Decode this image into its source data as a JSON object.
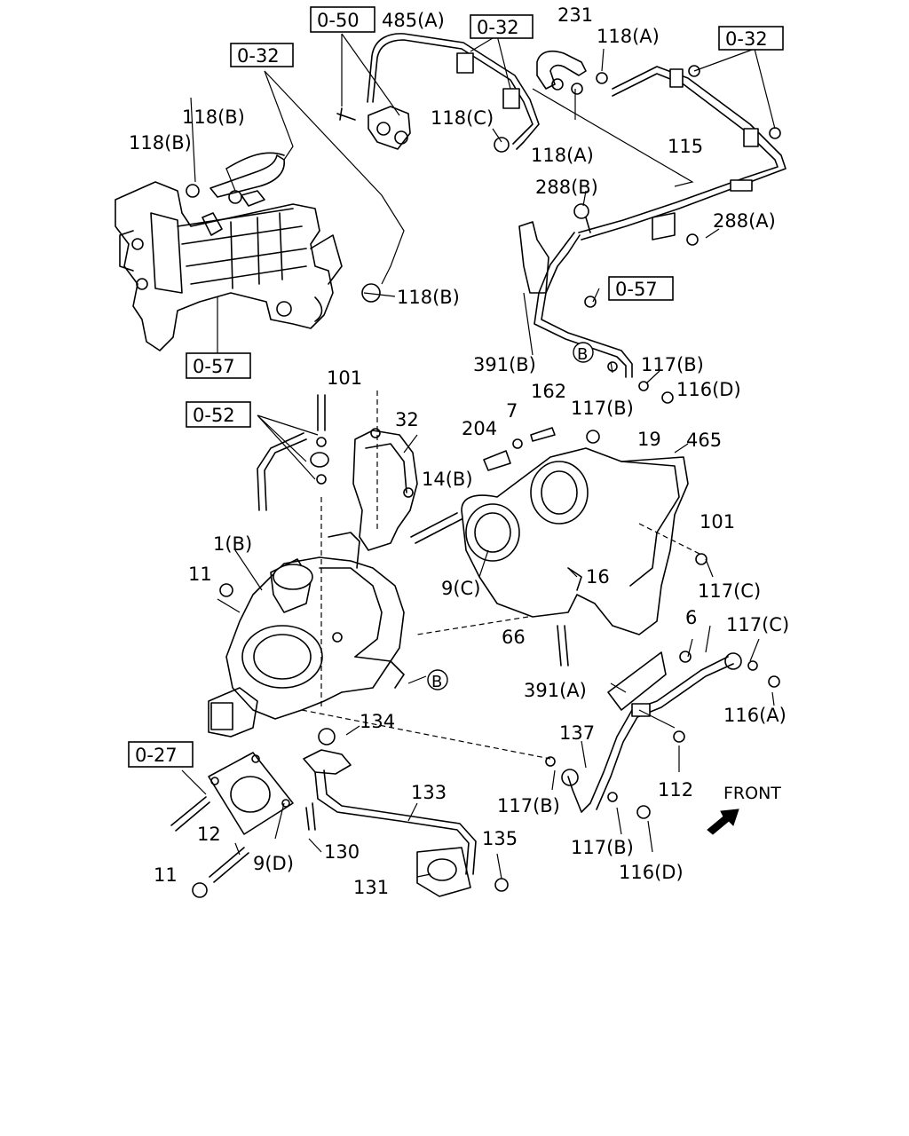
{
  "reference_labels": {
    "ref_0_50": "0-50",
    "ref_0_32_a": "0-32",
    "ref_0_32_b": "0-32",
    "ref_0_32_c": "0-32",
    "ref_0_57_a": "0-57",
    "ref_0_57_b": "0-57",
    "ref_0_52": "0-52",
    "ref_0_27": "0-27"
  },
  "part_labels": {
    "p485a": "485(A)",
    "p231": "231",
    "p118a_top": "118(A)",
    "p118a_mid": "118(A)",
    "p118b_1": "118(B)",
    "p118b_2": "118(B)",
    "p118b_3": "118(B)",
    "p118c": "118(C)",
    "p115": "115",
    "p288b": "288(B)",
    "p288a": "288(A)",
    "p391b": "391(B)",
    "p117b_1": "117(B)",
    "p117b_2": "117(B)",
    "p116d_1": "116(D)",
    "p101_top": "101",
    "p162": "162",
    "p7": "7",
    "p204": "204",
    "p19": "19",
    "p465": "465",
    "p32": "32",
    "p14b": "14(B)",
    "p101_right": "101",
    "p1b": "1(B)",
    "p11_top": "11",
    "p16": "16",
    "p9c": "9(C)",
    "p117c_1": "117(C)",
    "p117c_2": "117(C)",
    "p6": "6",
    "p66": "66",
    "p391a": "391(A)",
    "p116a": "116(A)",
    "p134": "134",
    "p137": "137",
    "p112": "112",
    "p133": "133",
    "p117b_3": "117(B)",
    "p117b_4": "117(B)",
    "p116d_2": "116(D)",
    "p12": "12",
    "p130": "130",
    "p135": "135",
    "p9d": "9(D)",
    "p131": "131",
    "p11_bottom": "11"
  },
  "markers": {
    "b_marker_top": "B",
    "b_marker_bottom": "B"
  },
  "front_label": "FRONT"
}
